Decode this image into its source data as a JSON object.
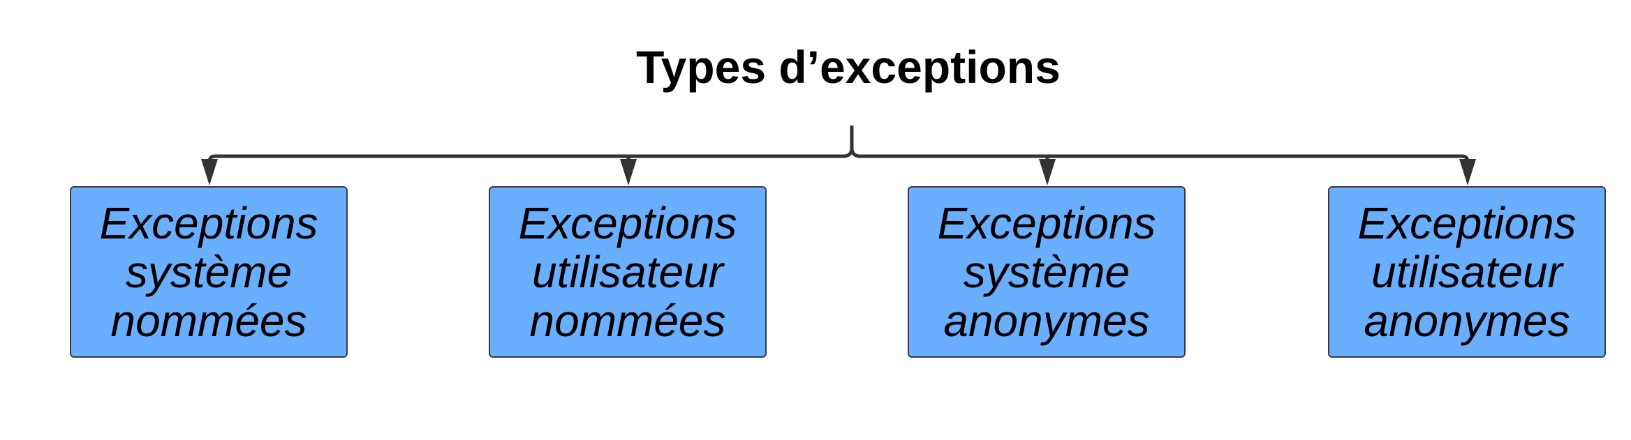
{
  "diagram": {
    "title": "Types d’exceptions",
    "colors": {
      "box_fill": "#6aaeff",
      "box_border": "#3a3a3a",
      "connector": "#333333"
    },
    "nodes": [
      {
        "label": "Exceptions\nsystème\nnommées"
      },
      {
        "label": "Exceptions\nutilisateur\nnommées"
      },
      {
        "label": "Exceptions\nsystème\nanonymes"
      },
      {
        "label": "Exceptions\nutilisateur\nanonymes"
      }
    ]
  }
}
